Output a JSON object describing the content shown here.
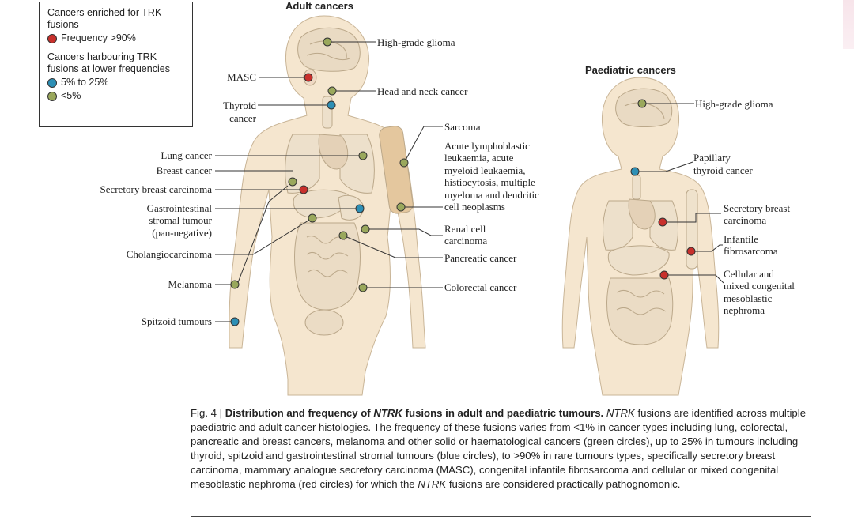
{
  "legend": {
    "group1_title": "Cancers enriched for TRK fusions",
    "high_label": "Frequency >90%",
    "group2_title": "Cancers harbouring TRK fusions at lower frequencies",
    "mid_label": "5% to 25%",
    "low_label": "<5%"
  },
  "colors": {
    "high": "#c8302c",
    "mid": "#2d8fb5",
    "low": "#9aa85c",
    "body_fill": "#f5e6cf",
    "organ_fill": "#ede0cb",
    "line": "#333333"
  },
  "adult": {
    "title": "Adult cancers",
    "labels": {
      "high_grade_glioma": "High-grade glioma",
      "masc": "MASC",
      "head_neck": "Head and neck cancer",
      "thyroid_1": "Thyroid",
      "thyroid_2": "cancer",
      "sarcoma": "Sarcoma",
      "heme_1": "Acute lymphoblastic",
      "heme_2": "leukaemia, acute",
      "heme_3": "myeloid leukaemia,",
      "heme_4": "histiocytosis, multiple",
      "heme_5": "myeloma and dendritic",
      "heme_6": "cell neoplasms",
      "lung": "Lung cancer",
      "breast": "Breast cancer",
      "secretory_breast": "Secretory breast carcinoma",
      "gist_1": "Gastrointestinal",
      "gist_2": "stromal tumour",
      "gist_3": "(pan-negative)",
      "renal_1": "Renal cell",
      "renal_2": "carcinoma",
      "cholangio": "Cholangiocarcinoma",
      "pancreatic": "Pancreatic cancer",
      "melanoma": "Melanoma",
      "colorectal": "Colorectal cancer",
      "spitzoid": "Spitzoid tumours"
    }
  },
  "paediatric": {
    "title": "Paediatric cancers",
    "labels": {
      "high_grade_glioma": "High-grade glioma",
      "papillary_1": "Papillary",
      "papillary_2": "thyroid cancer",
      "secretory_1": "Secretory breast",
      "secretory_2": "carcinoma",
      "infantile_1": "Infantile",
      "infantile_2": "fibrosarcoma",
      "cmn_1": "Cellular and",
      "cmn_2": "mixed congenital",
      "cmn_3": "mesoblastic",
      "cmn_4": "nephroma"
    }
  },
  "caption": {
    "fig_label": "Fig. 4 | ",
    "title_pre": "Distribution and frequency of ",
    "title_gene": "NTRK",
    "title_post": " fusions in adult and paediatric tumours.",
    "b1_gene": "NTRK",
    "b1": " fusions are identified across multiple paediatric and adult cancer histologies. The frequency of these fusions varies from <1% in cancer types including lung, colorectal, pancreatic and breast cancers, melanoma and other solid or haematological cancers (green circles), up to 25% in tumours including thyroid, spitzoid and gastrointestinal stromal tumours (blue circles), to >90% in rare tumours types, specifically secretory breast carcinoma, mammary analogue secretory carcinoma (MASC), congenital infantile fibrosarcoma and cellular or mixed congenital mesoblastic nephroma (red circles) for which the ",
    "b2_gene": "NTRK",
    "b2": " fusions are considered practically pathognomonic."
  }
}
